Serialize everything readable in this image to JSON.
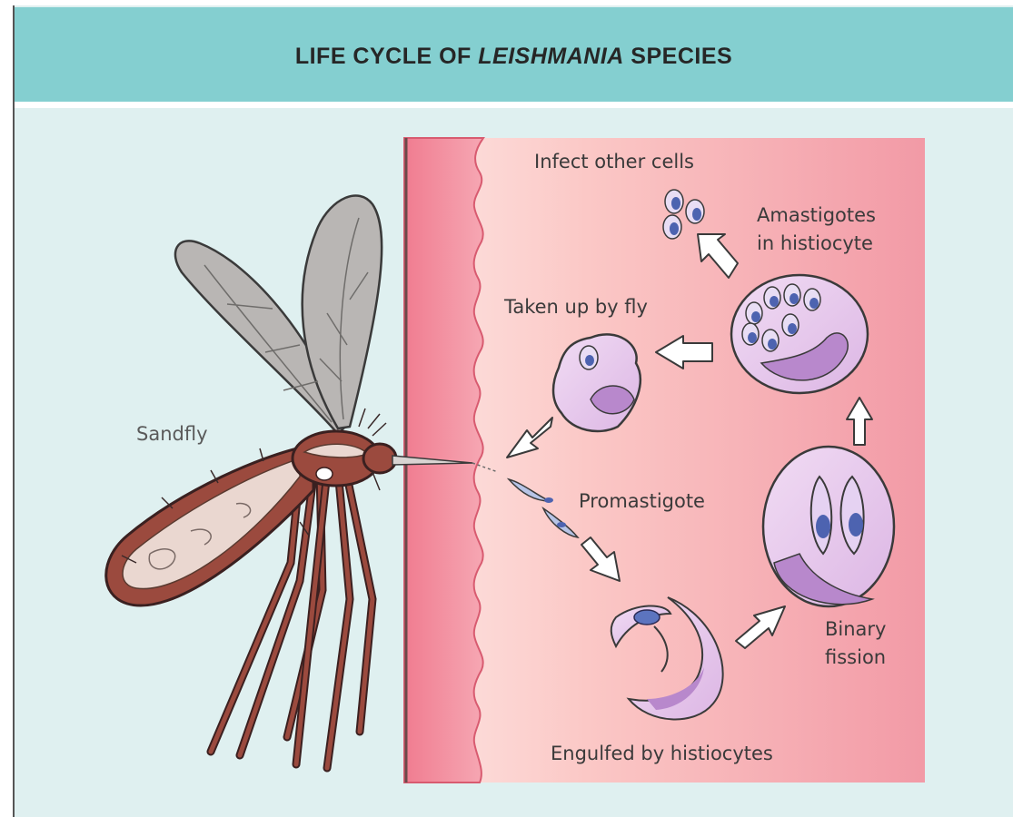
{
  "title": {
    "prefix": "LIFE CYCLE OF ",
    "italic": "LEISHMANIA",
    "suffix": " SPECIES"
  },
  "labels": {
    "sandfly": "Sandfly",
    "infect": "Infect other cells",
    "amastigotes_line1": "Amastigotes",
    "amastigotes_line2": "in histiocyte",
    "taken_up": "Taken up by fly",
    "promastigote": "Promastigote",
    "binary_line1": "Binary",
    "binary_line2": "fission",
    "engulfed": "Engulfed by histiocytes"
  },
  "colors": {
    "header_bg": "#84cfd0",
    "background": "#dff0f0",
    "skin": "#f3a3ad",
    "skin_edge": "#e45f76",
    "cell_fill": "#e5c4ea",
    "nucleus": "#b888cc",
    "parasite": "#5c74bf",
    "sandfly_body": "#9b4a3e",
    "wing": "#b7b4b2",
    "arrow": "#ffffff"
  }
}
